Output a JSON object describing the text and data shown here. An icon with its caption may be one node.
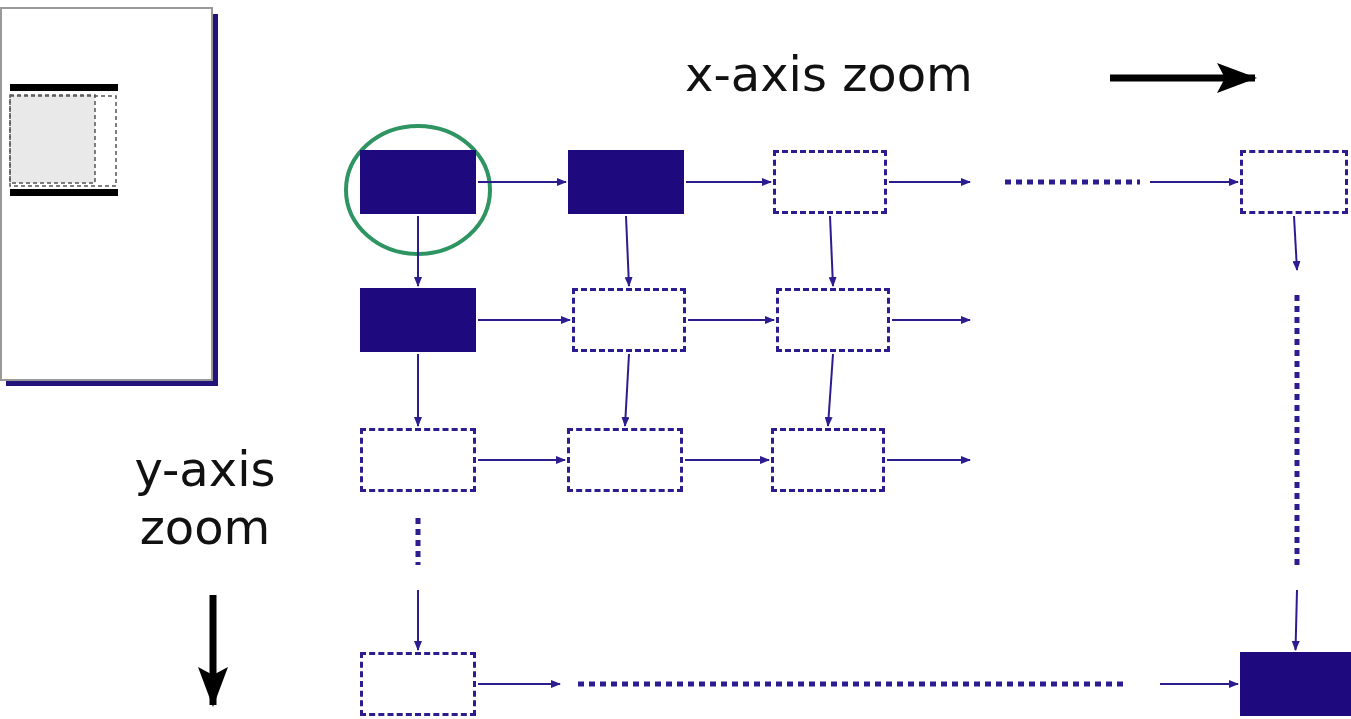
{
  "diagram": {
    "nodes": [
      {
        "text": [],
        "shape": "box"
      },
      {
        "text": [],
        "shape": "box"
      },
      {
        "text": [],
        "shape": "box"
      },
      {
        "text": [],
        "shape": "box"
      },
      {
        "text": [],
        "shape": "box"
      },
      {
        "text": [],
        "shape": "box"
      },
      {
        "text": [],
        "shape": "box"
      },
      {
        "text": [],
        "shape": "box"
      },
      {
        "text": [],
        "shape": "box"
      },
      {
        "text": [],
        "shape": "box"
      },
      {
        "text": [],
        "shape": "box"
      },
      {
        "text": [],
        "shape": "box"
      }
    ],
    "edges": [
      {
        "from": 0,
        "to": 1,
        "arrow": "to"
      },
      {
        "from": 1,
        "to": 2,
        "arrow": "to"
      },
      {
        "from": 2,
        "to": null,
        "arrow": "to"
      },
      {
        "from": null,
        "to": 3,
        "arrow": "to"
      },
      {
        "from": 3,
        "to": null,
        "arrow": "to"
      },
      {
        "from": 0,
        "to": 4,
        "arrow": "to"
      },
      {
        "from": 1,
        "to": 5,
        "arrow": "to"
      },
      {
        "from": 2,
        "to": 6,
        "arrow": "to"
      },
      {
        "from": 4,
        "to": 5,
        "arrow": "to"
      },
      {
        "from": 5,
        "to": 6,
        "arrow": "to"
      },
      {
        "from": 6,
        "to": null,
        "arrow": "to"
      },
      {
        "from": 4,
        "to": 7,
        "arrow": "to"
      },
      {
        "from": 5,
        "to": 8,
        "arrow": "to"
      },
      {
        "from": 6,
        "to": 9,
        "arrow": "to"
      },
      {
        "from": 7,
        "to": 8,
        "arrow": "to"
      },
      {
        "from": 8,
        "to": 9,
        "arrow": "to"
      },
      {
        "from": 9,
        "to": null,
        "arrow": "to"
      },
      {
        "from": null,
        "to": 10,
        "arrow": "to"
      },
      {
        "from": null,
        "to": 11,
        "arrow": "to"
      },
      {
        "from": 10,
        "to": null,
        "arrow": "to"
      },
      {
        "from": null,
        "to": 11,
        "arrow": "to"
      }
    ],
    "labels": [
      "x-axis zoom",
      "y-axis zoom"
    ]
  }
}
